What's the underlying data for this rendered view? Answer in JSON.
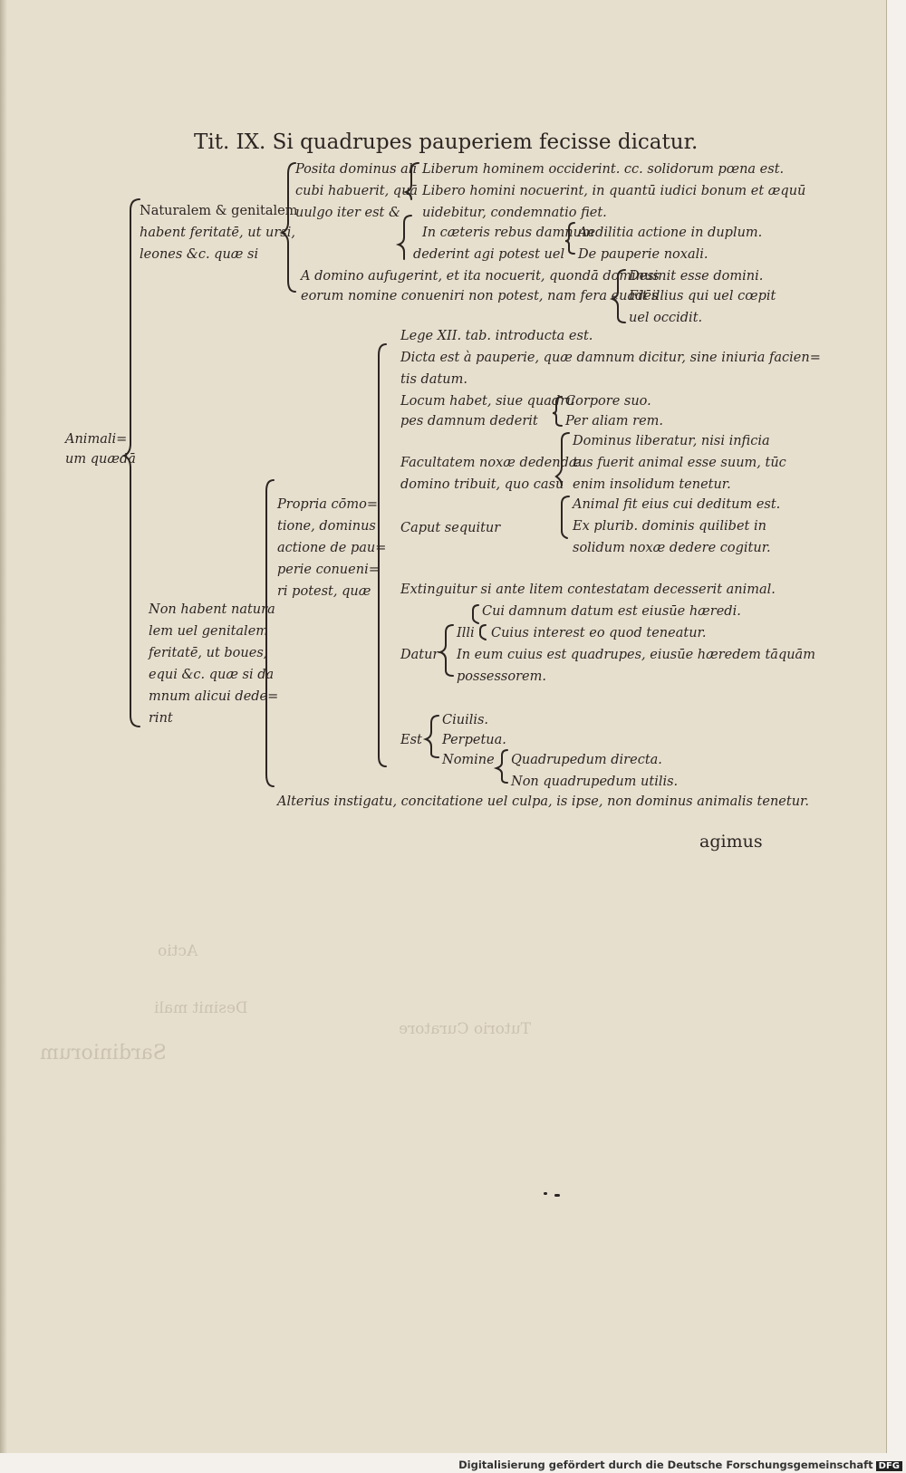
{
  "title": "Tit. IX. Si quadrupes pauperiem fecisse dicatur.",
  "root": [
    "Animali=",
    "um quædā"
  ],
  "branch_a": [
    "Naturalem & genitalem",
    "habent feritatē, ut ursi,",
    "leones &c. quæ si"
  ],
  "branch_a1": [
    "Posita dominus ali",
    "cubi habuerit, quā",
    "uulgo iter est &"
  ],
  "branch_a1_items": [
    "Liberum hominem occiderint. cc. solidorum pœna est.",
    "Libero homini nocuerint, in quantū iudici bonum et æquū",
    "uidebitur, condemnatio fiet.",
    "In cæteris rebus damnum",
    "dederint agi potest uel"
  ],
  "branch_a1_actions": [
    "Aedilitia actione in duplum.",
    "De pauperie noxali."
  ],
  "branch_a2": [
    "A domino aufugerint, et ita nocuerit, quondā dominus",
    "eorum nomine conueniri non potest, nam fera euadēs"
  ],
  "branch_a2_items": [
    "Desinit esse domini.",
    "Fit illius qui uel cœpit",
    "uel occidit."
  ],
  "branch_b": [
    "Non habent natura",
    "lem uel genitalem",
    "feritatē, ut boues,",
    "equi &c. quæ si da",
    "mnum alicui dede=",
    "rint"
  ],
  "branch_b1": [
    "Propria cōmo=",
    "tione, dominus",
    "actione de pau=",
    "perie conueni=",
    "ri potest, quæ"
  ],
  "lex": "Lege XII. tab. introducta est.",
  "dicta": [
    "Dicta est à pauperie, quæ damnum dicitur, sine iniuria facien=",
    "tis datum."
  ],
  "locum": [
    "Locum habet, siue quadru",
    "pes damnum dederit"
  ],
  "locum_items": [
    "Corpore suo.",
    "Per aliam rem."
  ],
  "facultatem": [
    "Facultatem noxæ dedendæ",
    "domino tribuit, quo casu"
  ],
  "facultatem_text": [
    "Dominus liberatur, nisi inficia",
    "tus fuerit animal esse suum, tūc",
    "enim insolidum tenetur."
  ],
  "caput": "Caput sequitur",
  "caput_text": [
    "Animal fit eius cui deditum est.",
    "Ex plurib. dominis quilibet in",
    "solidum noxæ dedere cogitur."
  ],
  "extinguitur": "Extinguitur si ante litem contestatam decesserit animal.",
  "datur": "Datur",
  "datur_illi": "Illi",
  "datur_items": [
    "Cui damnum datum est eiusūe hæredi.",
    "Cuius interest eo quod teneatur."
  ],
  "datur_in": [
    "In eum cuius est quadrupes, eiusūe hæredem tāquām",
    "possessorem."
  ],
  "est": "Est",
  "est_items": [
    "Ciuilis.",
    "Perpetua."
  ],
  "nomine": "Nomine",
  "nomine_items": [
    "Quadrupedum directa.",
    "Non quadrupedum utilis."
  ],
  "alterius": "Alterius instigatu, concitatione uel culpa, is ipse, non dominus animalis tenetur.",
  "catchword": "agimus",
  "ghost_text": [
    "Sardiniorum",
    "Actio",
    "Desinit mali",
    "Tutorio Curatore"
  ],
  "footer": "Digitalisierung gefördert durch die Deutsche Forschungsgemeinschaft",
  "footer_logo": "DFG"
}
